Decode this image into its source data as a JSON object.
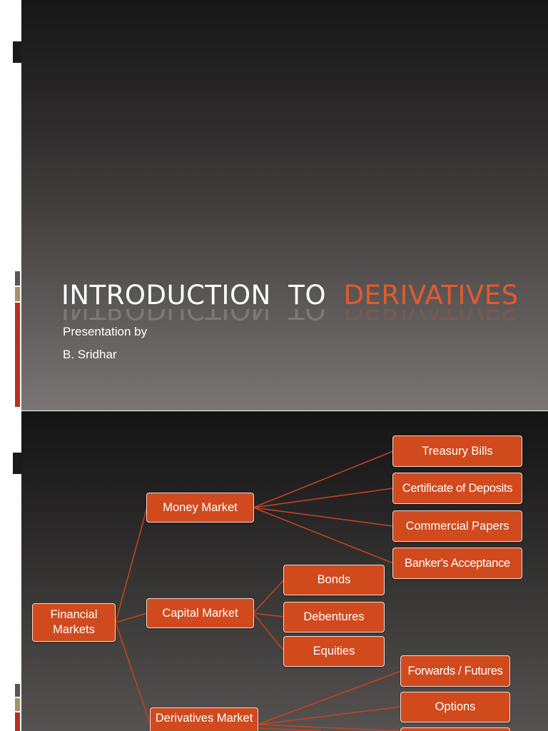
{
  "slide1": {
    "title_part1": "INTRODUCTION",
    "title_part2": "TO",
    "title_accent": "DERIVATIVES",
    "subtitle_line1": "Presentation by",
    "subtitle_line2": "B. Sridhar"
  },
  "diagram": {
    "root": "Financial Markets",
    "money_market": {
      "label": "Money Market",
      "children": [
        "Treasury Bills",
        "Certificate of Deposits",
        "Commercial Papers",
        "Banker's Acceptance"
      ]
    },
    "capital_market": {
      "label": "Capital Market",
      "children": [
        "Bonds",
        "Debentures",
        "Equities"
      ]
    },
    "derivatives_market": {
      "label": "Derivatives Market",
      "children": [
        "Forwards / Futures",
        "Options",
        ""
      ]
    }
  },
  "colors": {
    "node_fill": "#d04a1e",
    "node_border": "#f3d9cf",
    "connector": "#c2441c",
    "title_accent": "#e25a2b"
  }
}
